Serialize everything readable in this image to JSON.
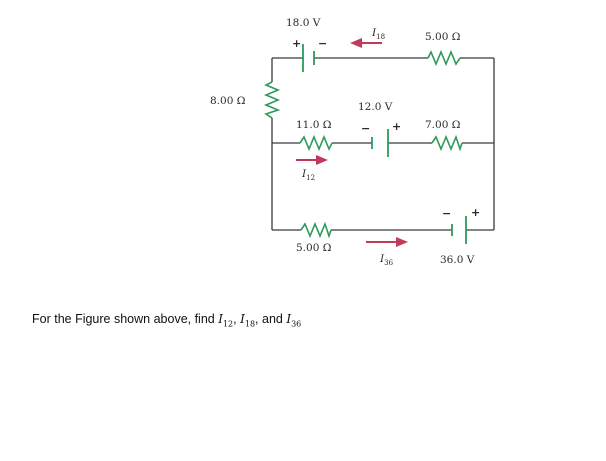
{
  "figure": {
    "batteries": [
      {
        "id": "battery-18v",
        "voltage": "18.0 V",
        "plus": "+",
        "minus": "−"
      },
      {
        "id": "battery-12v",
        "voltage": "12.0 V",
        "plus": "+",
        "minus": "−"
      },
      {
        "id": "battery-36v",
        "voltage": "36.0 V",
        "plus": "+",
        "minus": "−"
      }
    ],
    "resistors": [
      {
        "id": "resistor-5-top",
        "value": "5.00 Ω"
      },
      {
        "id": "resistor-8-left",
        "value": "8.00 Ω"
      },
      {
        "id": "resistor-11-mid",
        "value": "11.0 Ω"
      },
      {
        "id": "resistor-7-mid",
        "value": "7.00 Ω"
      },
      {
        "id": "resistor-5-bottom",
        "value": "5.00 Ω"
      }
    ],
    "currents": [
      {
        "id": "current-i18",
        "symbol": "I",
        "subscript": "18"
      },
      {
        "id": "current-i12",
        "symbol": "I",
        "subscript": "12"
      },
      {
        "id": "current-i36",
        "symbol": "I",
        "subscript": "36"
      }
    ]
  },
  "question": {
    "prefix": "For the Figure shown above, find ",
    "var1": {
      "symbol": "I",
      "subscript": "12"
    },
    "sep1": ", ",
    "var2": {
      "symbol": "I",
      "subscript": "18"
    },
    "sep2": ", and ",
    "var3": {
      "symbol": "I",
      "subscript": "36"
    }
  }
}
